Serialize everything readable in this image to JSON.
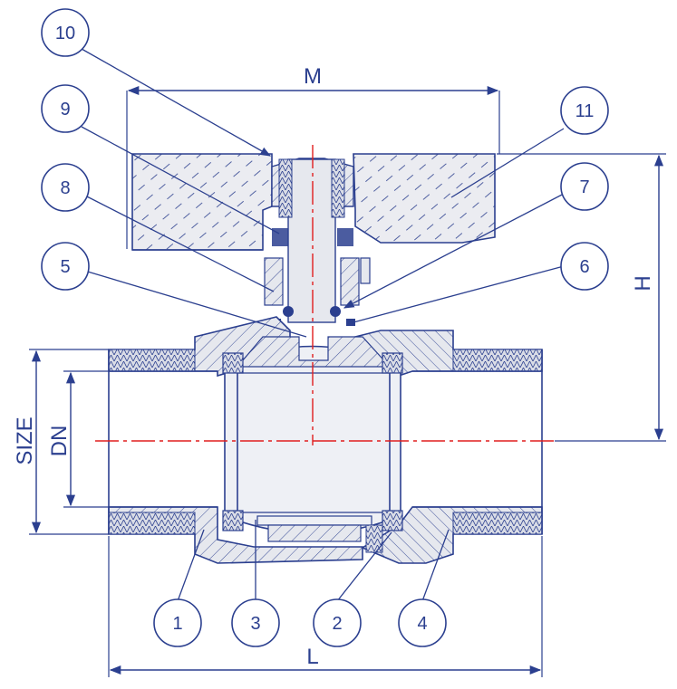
{
  "dimensions": {
    "M": "M",
    "H": "H",
    "L": "L",
    "SIZE": "SIZE",
    "DN": "DN"
  },
  "balloons": {
    "b10": "10",
    "b9": "9",
    "b8": "8",
    "b5": "5",
    "b11": "11",
    "b7": "7",
    "b6": "6",
    "b1": "1",
    "b3": "3",
    "b2": "2",
    "b4": "4"
  },
  "colors": {
    "outline": "#2b3f8f",
    "centerline": "#e01e1e",
    "section_fill": "#e6e8ee",
    "handle_fill": "#e9eaef"
  }
}
